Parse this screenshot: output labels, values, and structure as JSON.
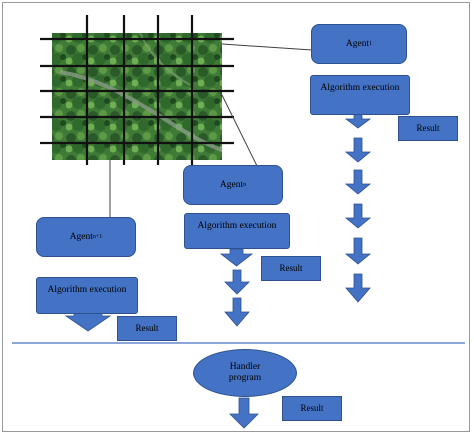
{
  "diagram": {
    "image": {
      "label": "aerial forest photo with grid"
    },
    "agents": [
      {
        "name": "Agent",
        "subscript": "1"
      },
      {
        "name": "Agent",
        "subscript": "n"
      },
      {
        "name": "Agent",
        "subscript": "n+1"
      }
    ],
    "algorithm_label": "Algorithm execution",
    "result_label": "Result",
    "handler": {
      "line1": "Handler",
      "line2": "program"
    },
    "colors": {
      "box_fill": "#4472c4",
      "box_border": "#2f528f",
      "connector": "#404040",
      "separator": "#4472c4"
    }
  }
}
